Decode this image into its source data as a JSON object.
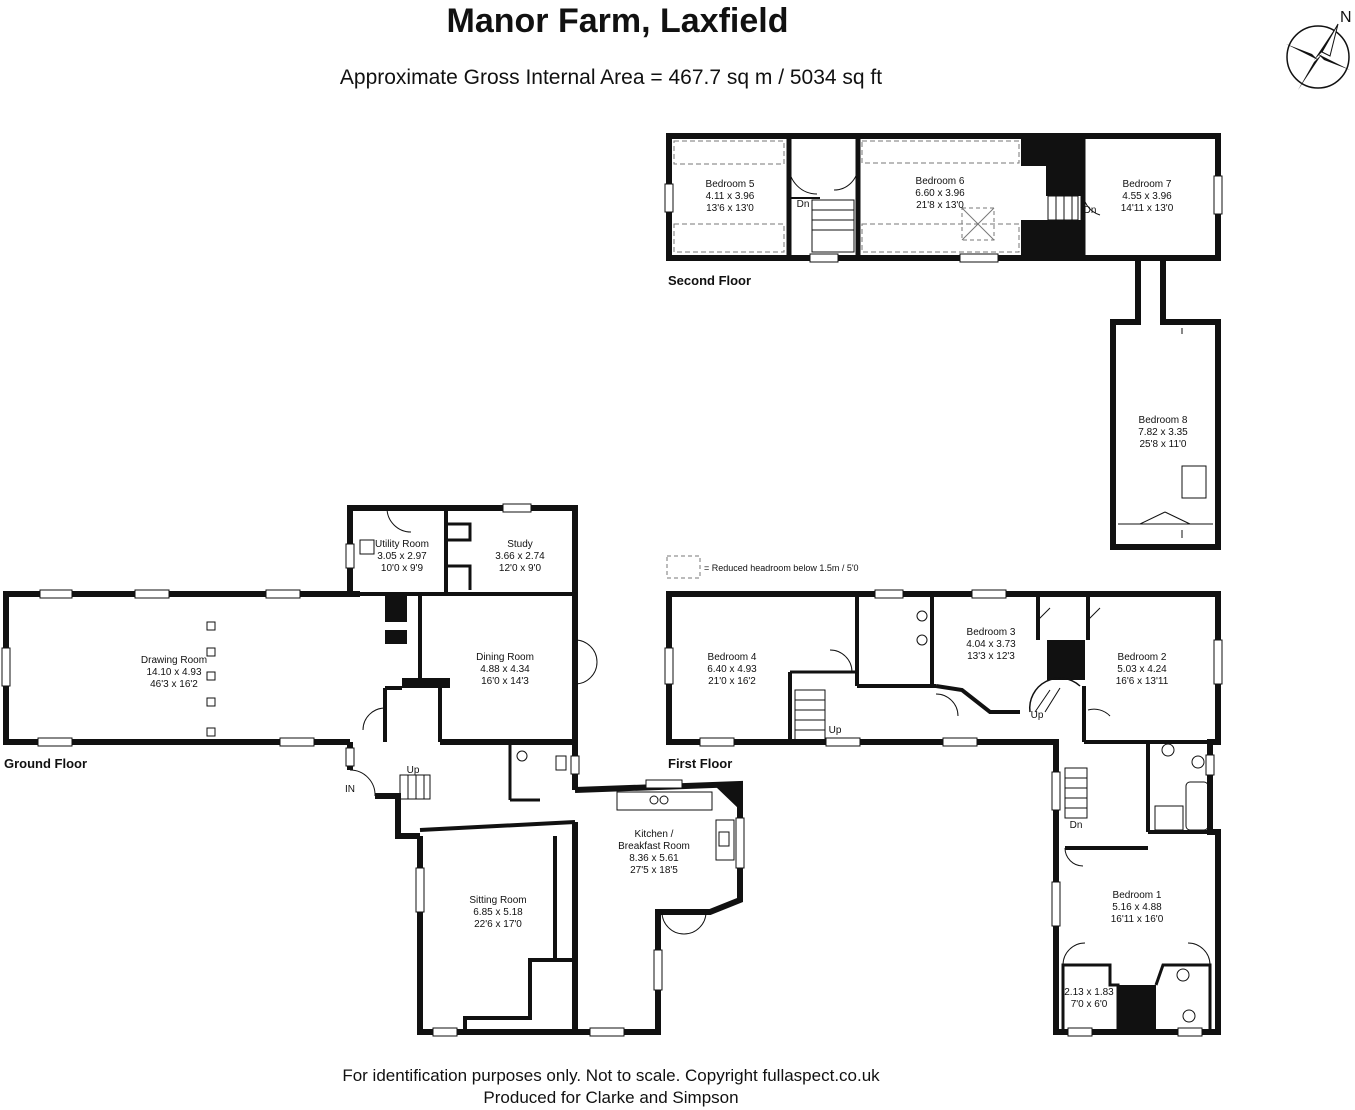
{
  "header": {
    "title": "Manor Farm, Laxfield",
    "subtitle": "Approximate Gross Internal Area = 467.7 sq m / 5034 sq ft"
  },
  "compass": {
    "label": "N"
  },
  "floors": {
    "second": "Second Floor",
    "first": "First Floor",
    "ground": "Ground Floor"
  },
  "legend": {
    "reduced_headroom": "= Reduced headroom below 1.5m / 5'0"
  },
  "rooms": {
    "bedroom5": {
      "name": "Bedroom 5",
      "metric": "4.11 x 3.96",
      "imperial": "13'6 x 13'0"
    },
    "bedroom6": {
      "name": "Bedroom 6",
      "metric": "6.60 x 3.96",
      "imperial": "21'8 x 13'0"
    },
    "bedroom7": {
      "name": "Bedroom 7",
      "metric": "4.55 x 3.96",
      "imperial": "14'11 x 13'0"
    },
    "bedroom8": {
      "name": "Bedroom 8",
      "metric": "7.82 x 3.35",
      "imperial": "25'8 x 11'0"
    },
    "bedroom4": {
      "name": "Bedroom 4",
      "metric": "6.40 x 4.93",
      "imperial": "21'0 x 16'2"
    },
    "bedroom3": {
      "name": "Bedroom 3",
      "metric": "4.04 x 3.73",
      "imperial": "13'3 x 12'3"
    },
    "bedroom2": {
      "name": "Bedroom 2",
      "metric": "5.03 x 4.24",
      "imperial": "16'6 x 13'11"
    },
    "bedroom1": {
      "name": "Bedroom 1",
      "metric": "5.16 x 4.88",
      "imperial": "16'11 x 16'0"
    },
    "dressing": {
      "metric": "2.13 x 1.83",
      "imperial": "7'0 x 6'0"
    },
    "utility": {
      "name": "Utility Room",
      "metric": "3.05 x 2.97",
      "imperial": "10'0 x 9'9"
    },
    "study": {
      "name": "Study",
      "metric": "3.66 x 2.74",
      "imperial": "12'0 x 9'0"
    },
    "drawing": {
      "name": "Drawing Room",
      "metric": "14.10 x 4.93",
      "imperial": "46'3 x 16'2"
    },
    "dining": {
      "name": "Dining Room",
      "metric": "4.88 x 4.34",
      "imperial": "16'0 x 14'3"
    },
    "kitchen": {
      "name1": "Kitchen /",
      "name2": "Breakfast Room",
      "metric": "8.36 x 5.61",
      "imperial": "27'5 x 18'5"
    },
    "sitting": {
      "name": "Sitting Room",
      "metric": "6.85 x 5.18",
      "imperial": "22'6 x 17'0"
    }
  },
  "stairs": {
    "dn": "Dn",
    "up": "Up",
    "in": "IN"
  },
  "footer": {
    "line1": "For identification purposes only. Not to scale. Copyright fullaspect.co.uk",
    "line2": "Produced for Clarke and Simpson"
  }
}
